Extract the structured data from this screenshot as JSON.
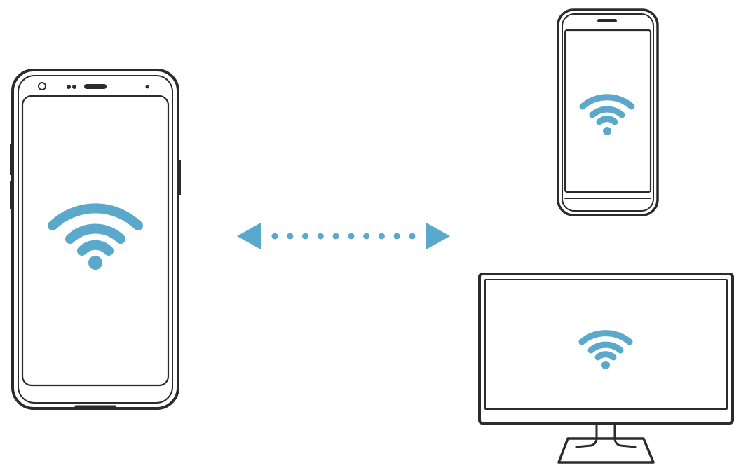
{
  "colors": {
    "line": "#2b2b2b",
    "wifi": "#5aa8cc",
    "background": "#ffffff"
  },
  "devices": [
    {
      "name": "source-smartphone",
      "icon": "wifi-icon"
    },
    {
      "name": "target-smartphone",
      "icon": "wifi-icon"
    },
    {
      "name": "target-monitor",
      "icon": "wifi-icon"
    }
  ],
  "connector": {
    "style": "dotted-double-arrow",
    "dot_count": 10
  }
}
